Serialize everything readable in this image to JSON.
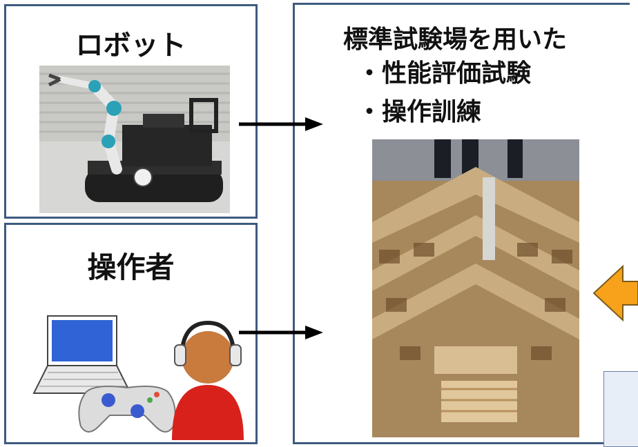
{
  "robot_panel": {
    "title": "ロボット"
  },
  "operator_panel": {
    "title": "操作者"
  },
  "test_panel": {
    "heading": "標準試験場を用いた",
    "items": [
      "・性能評価試験",
      "・操作訓練"
    ]
  },
  "colors": {
    "panel_border": "#3d5a80",
    "arrow_black": "#000000",
    "arrow_orange": "#f7a21a",
    "note_box_fill": "#e8eef8"
  },
  "icons": {
    "robot_photo": "tracked-robot-with-arm-photo",
    "operator_illustration": "laptop-gamepad-headset-person",
    "field_photo": "standard-test-field-photo"
  }
}
